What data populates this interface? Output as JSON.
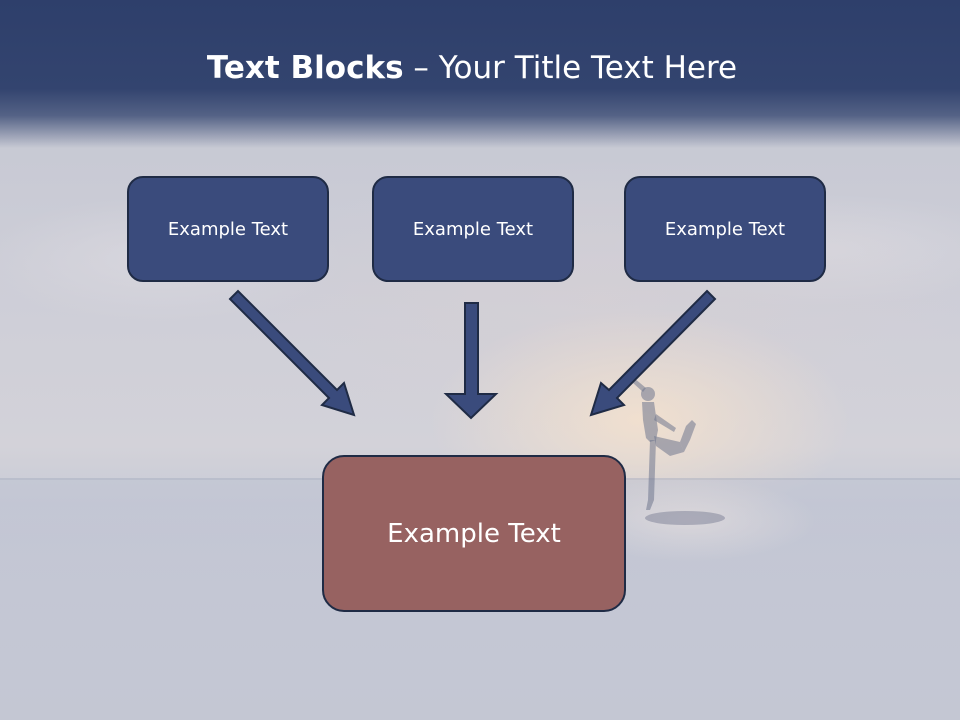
{
  "title": {
    "bold": "Text Blocks",
    "separator": " – ",
    "rest": "Your Title Text Here"
  },
  "top_boxes": [
    {
      "label": "Example Text"
    },
    {
      "label": "Example Text"
    },
    {
      "label": "Example Text"
    }
  ],
  "bottom_box": {
    "label": "Example Text"
  },
  "colors": {
    "header": "#2e3f6b",
    "top_box_fill": "#3a4b7c",
    "bottom_box_fill": "#976261",
    "box_border": "#1f2b45",
    "arrow_fill": "#3a4b7c"
  }
}
